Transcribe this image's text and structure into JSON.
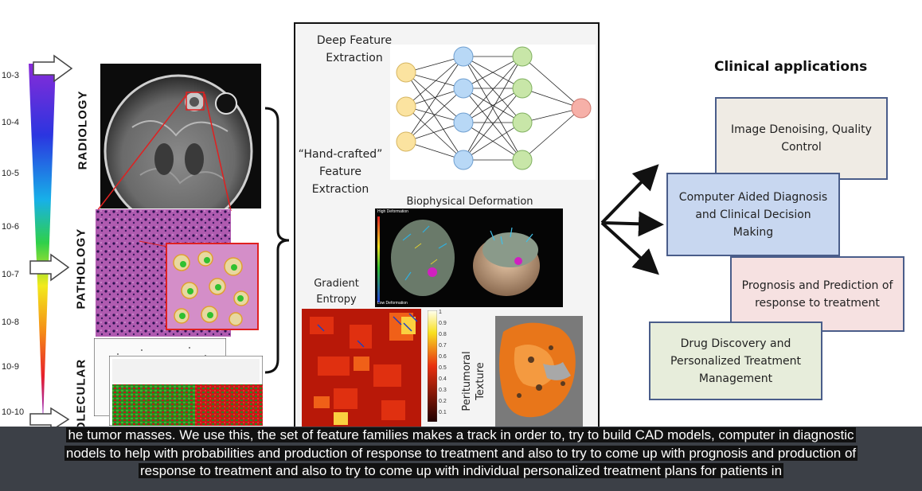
{
  "scale_labels": [
    "10-3",
    "10-4",
    "10-5",
    "10-6",
    "10-7",
    "10-8",
    "10-9",
    "10-10"
  ],
  "levels": {
    "radiology": "RADIOLOGY",
    "pathology": "PATHOLOGY",
    "molecular": "OLECULAR"
  },
  "center": {
    "deep_feature": "Deep Feature Extraction",
    "hand_crafted": "“Hand-crafted” Feature Extraction",
    "biophysical": "Biophysical Deformation",
    "high_def": "High Deformation",
    "low_def": "Low Deformation",
    "gradient_entropy": "Gradient Entropy",
    "peritumoral": "Peritumoral Texture",
    "colorbar_ticks": [
      "1",
      "0.9",
      "0.8",
      "0.7",
      "0.6",
      "0.5",
      "0.4",
      "0.3",
      "0.2",
      "0.1"
    ]
  },
  "clinical": {
    "title": "Clinical applications",
    "items": [
      {
        "label": "Image Denoising, Quality Control",
        "color": "#efebe4"
      },
      {
        "label": "Computer Aided Diagnosis and Clinical Decision Making",
        "color": "#c8d7f0"
      },
      {
        "label": "Prognosis and Prediction of response to treatment",
        "color": "#f6e1e1"
      },
      {
        "label": "Drug Discovery and Personalized Treatment Management",
        "color": "#e7eddb"
      }
    ]
  },
  "captions": [
    "he tumor masses. We use this, the set of feature families makes a track in order to, try to build CAD models, computer in diagnostic",
    "nodels to help with probabilities and production of response to treatment and also to try to come up with prognosis and production of",
    "response to treatment and also to try to come up with individual personalized treatment plans for patients in"
  ]
}
